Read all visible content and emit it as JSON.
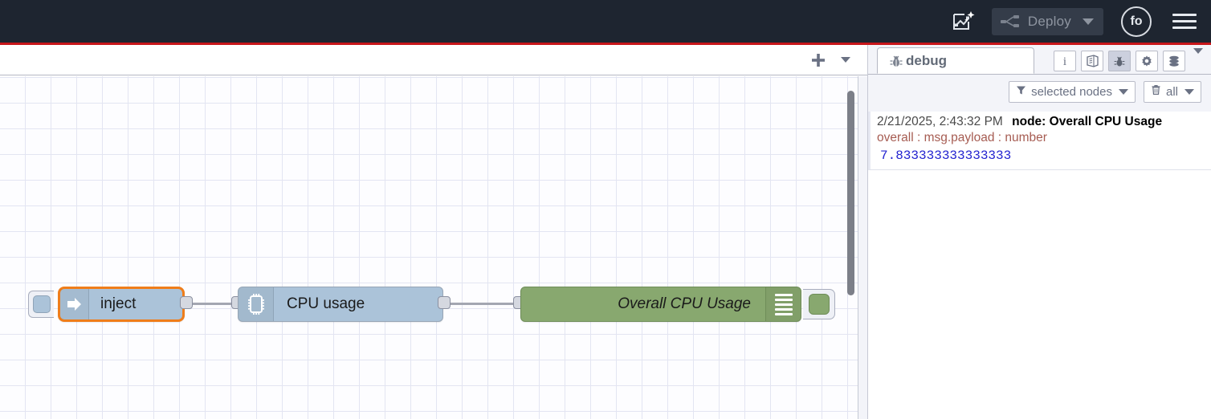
{
  "header": {
    "ai_icon": "ai-flow-sparkle-icon",
    "deploy": {
      "label": "Deploy",
      "icon": "deploy-flow-icon",
      "caret": "chevron-down-icon",
      "disabled": true
    },
    "avatar": {
      "initials": "fo",
      "name": "user-avatar"
    },
    "menu_icon": "hamburger-menu-icon",
    "background": "#1e2530",
    "accent_line": "#c7161a"
  },
  "workspace": {
    "add_tab_label": "+",
    "add_tab_icon": "plus-icon",
    "tab_menu_icon": "chevron-down-icon",
    "scrollbar": "vertical-scrollbar"
  },
  "flow": {
    "nodes": [
      {
        "id": "inject",
        "label": "inject",
        "type": "inject",
        "icon": "arrow-right-icon",
        "color": "#abc3d9",
        "selected": true,
        "selection_color": "#ef7d1a",
        "button": "inject-trigger-button"
      },
      {
        "id": "cpu-usage",
        "label": "CPU usage",
        "type": "cpu",
        "icon": "cpu-chip-icon",
        "color": "#abc3d9",
        "selected": false
      },
      {
        "id": "overall-cpu-usage",
        "label": "Overall CPU Usage",
        "type": "debug",
        "icon": "debug-lines-icon",
        "color": "#88a86f",
        "selected": false,
        "button": "debug-enable-toggle",
        "enabled": true
      }
    ]
  },
  "sidebar": {
    "tab": {
      "label": "debug",
      "icon": "bug-icon"
    },
    "tools": [
      {
        "name": "info-tool",
        "icon": "i",
        "active": false
      },
      {
        "name": "help-tool",
        "icon": "book-icon",
        "active": false
      },
      {
        "name": "debug-tool",
        "icon": "bug-icon",
        "active": true
      },
      {
        "name": "config-tool",
        "icon": "gear-icon",
        "active": false
      },
      {
        "name": "context-tool",
        "icon": "database-icon",
        "active": false
      }
    ],
    "tools_caret": "chevron-down-icon",
    "filters": [
      {
        "name": "node-filter",
        "icon": "funnel-icon",
        "label": "selected nodes",
        "caret": "chevron-down-icon"
      },
      {
        "name": "clear-filter",
        "icon": "trash-icon",
        "label": "all",
        "caret": "chevron-down-icon"
      }
    ],
    "messages": [
      {
        "timestamp": "2/21/2025, 2:43:32 PM",
        "node": "node: Overall CPU Usage",
        "topic": "overall : msg.payload : number",
        "value": "7.833333333333333"
      }
    ]
  }
}
